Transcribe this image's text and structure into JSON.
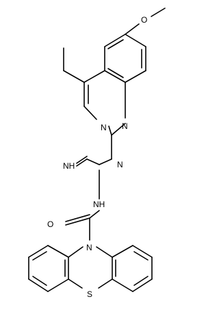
{
  "structure": {
    "atoms": {
      "methoxy_o": "O",
      "quinazoline_n3": "N",
      "quinazoline_n1": "N",
      "amino_nh": "N",
      "imine_nh": "NH",
      "imide_nh": "NH",
      "carbonyl_o": "O",
      "phenothiazine_n": "N",
      "phenothiazine_s": "S"
    },
    "colors": {
      "bond": "#000000",
      "label": "#000000",
      "background": "#ffffff"
    }
  }
}
